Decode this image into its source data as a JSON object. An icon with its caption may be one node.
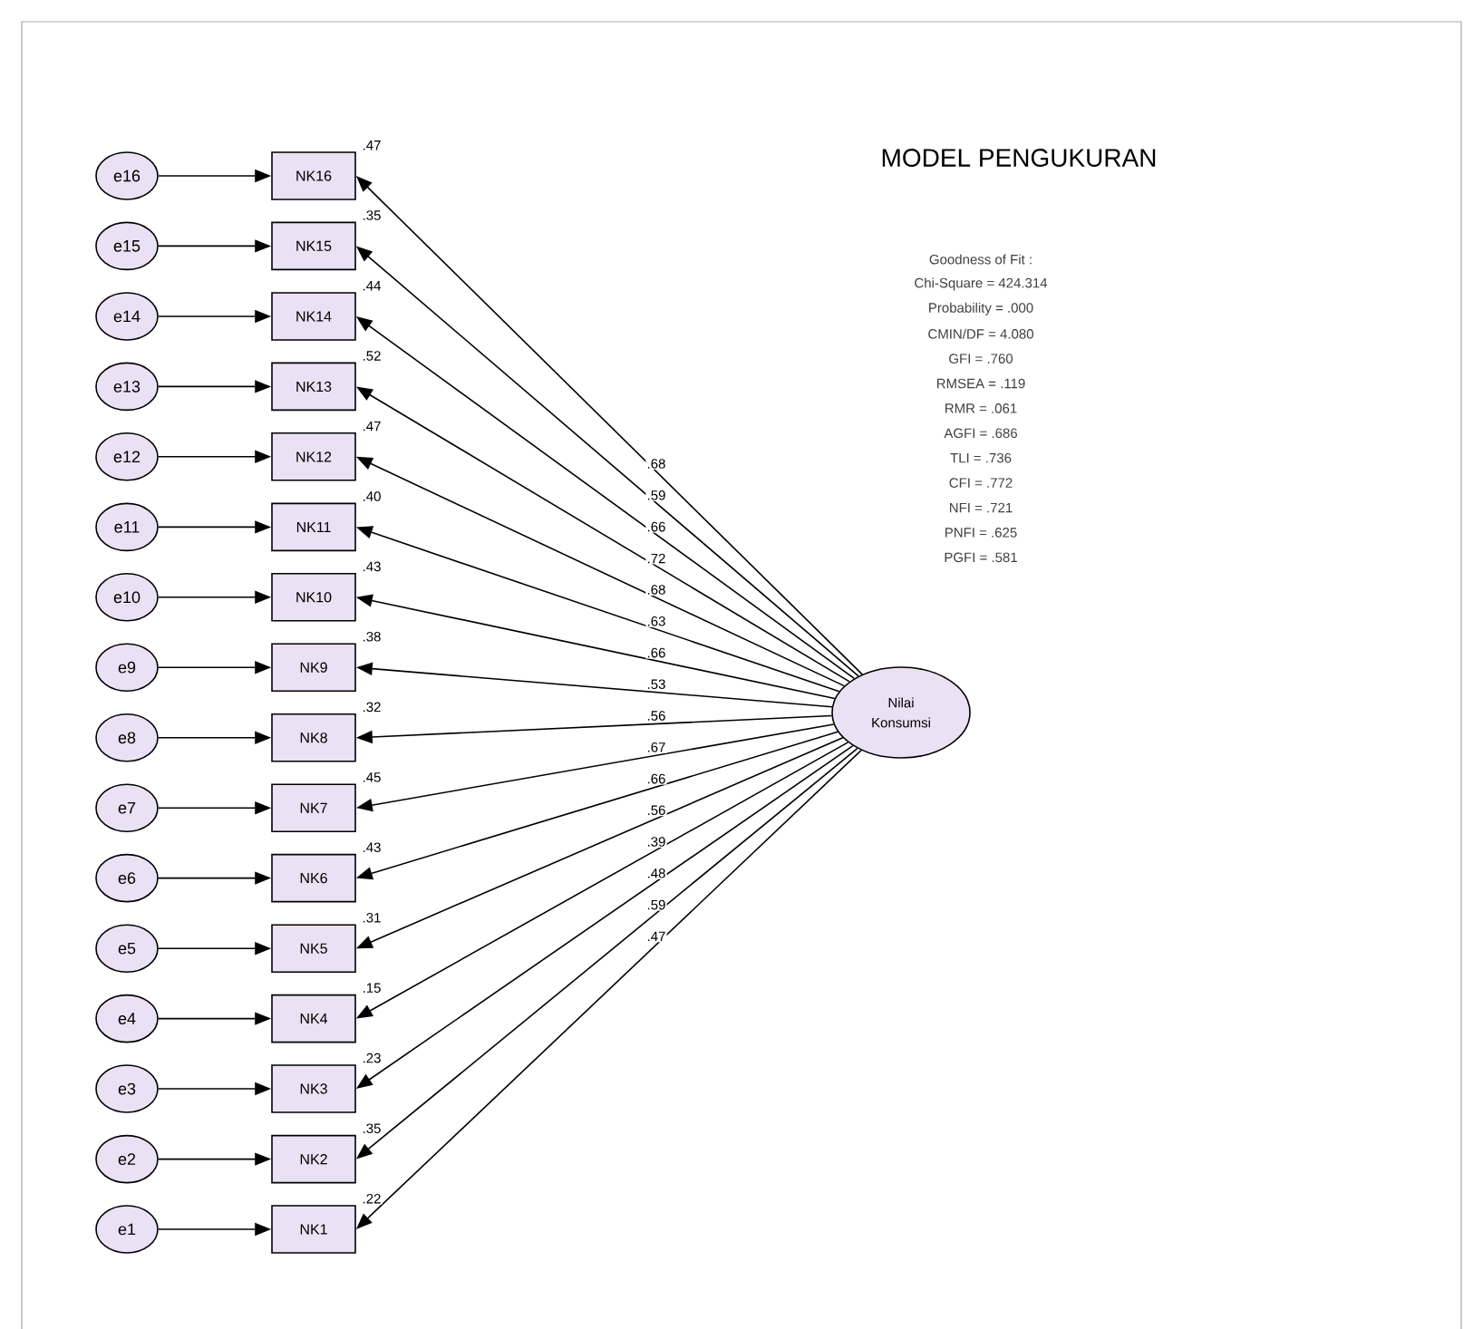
{
  "diagram": {
    "title": "MODEL PENGUKURAN",
    "nodes": [
      {
        "text": [
          "e16"
        ]
      },
      {
        "text": [
          "e15"
        ]
      },
      {
        "text": [
          "e14"
        ]
      },
      {
        "text": [
          "e13"
        ]
      },
      {
        "text": [
          "e12"
        ]
      },
      {
        "text": [
          "e11"
        ]
      },
      {
        "text": [
          "e10"
        ]
      },
      {
        "text": [
          "e9"
        ]
      },
      {
        "text": [
          "e8"
        ]
      },
      {
        "text": [
          "e7"
        ]
      },
      {
        "text": [
          "e6"
        ]
      },
      {
        "text": [
          "e5"
        ]
      },
      {
        "text": [
          "e4"
        ]
      },
      {
        "text": [
          "e3"
        ]
      },
      {
        "text": [
          "e2"
        ]
      },
      {
        "text": [
          "e1"
        ]
      },
      {
        "text": [
          "NK16"
        ],
        "beside": [
          ".47"
        ]
      },
      {
        "text": [
          "NK15"
        ],
        "beside": [
          ".35"
        ]
      },
      {
        "text": [
          "NK14"
        ],
        "beside": [
          ".44"
        ]
      },
      {
        "text": [
          "NK13"
        ],
        "beside": [
          ".52"
        ]
      },
      {
        "text": [
          "NK12"
        ],
        "beside": [
          ".47"
        ]
      },
      {
        "text": [
          "NK11"
        ],
        "beside": [
          ".40"
        ]
      },
      {
        "text": [
          "NK10"
        ],
        "beside": [
          ".43"
        ]
      },
      {
        "text": [
          "NK9"
        ],
        "beside": [
          ".38"
        ]
      },
      {
        "text": [
          "NK8"
        ],
        "beside": [
          ".32"
        ]
      },
      {
        "text": [
          "NK7"
        ],
        "beside": [
          ".45"
        ]
      },
      {
        "text": [
          "NK6"
        ],
        "beside": [
          ".43"
        ]
      },
      {
        "text": [
          "NK5"
        ],
        "beside": [
          ".31"
        ]
      },
      {
        "text": [
          "NK4"
        ],
        "beside": [
          ".15"
        ]
      },
      {
        "text": [
          "NK3"
        ],
        "beside": [
          ".23"
        ]
      },
      {
        "text": [
          "NK2"
        ],
        "beside": [
          ".35"
        ]
      },
      {
        "text": [
          "NK1"
        ],
        "beside": [
          ".22"
        ]
      },
      {
        "text": [
          "Nilai Konsumsi"
        ]
      }
    ],
    "edges": [
      {
        "from": 0,
        "to": 16,
        "arrow": "to"
      },
      {
        "from": 1,
        "to": 17,
        "arrow": "to"
      },
      {
        "from": 2,
        "to": 18,
        "arrow": "to"
      },
      {
        "from": 3,
        "to": 19,
        "arrow": "to"
      },
      {
        "from": 4,
        "to": 20,
        "arrow": "to"
      },
      {
        "from": 5,
        "to": 21,
        "arrow": "to"
      },
      {
        "from": 6,
        "to": 22,
        "arrow": "to"
      },
      {
        "from": 7,
        "to": 23,
        "arrow": "to"
      },
      {
        "from": 8,
        "to": 24,
        "arrow": "to"
      },
      {
        "from": 9,
        "to": 25,
        "arrow": "to"
      },
      {
        "from": 10,
        "to": 26,
        "arrow": "to"
      },
      {
        "from": 11,
        "to": 27,
        "arrow": "to"
      },
      {
        "from": 12,
        "to": 28,
        "arrow": "to"
      },
      {
        "from": 13,
        "to": 29,
        "arrow": "to"
      },
      {
        "from": 14,
        "to": 30,
        "arrow": "to"
      },
      {
        "from": 15,
        "to": 31,
        "arrow": "to"
      },
      {
        "from": 32,
        "to": 16,
        "arrow": "to",
        "label": ".68"
      },
      {
        "from": 32,
        "to": 17,
        "arrow": "to",
        "label": ".59"
      },
      {
        "from": 32,
        "to": 18,
        "arrow": "to",
        "label": ".66"
      },
      {
        "from": 32,
        "to": 19,
        "arrow": "to",
        "label": ".72"
      },
      {
        "from": 32,
        "to": 20,
        "arrow": "to",
        "label": ".68"
      },
      {
        "from": 32,
        "to": 21,
        "arrow": "to",
        "label": ".63"
      },
      {
        "from": 32,
        "to": 22,
        "arrow": "to",
        "label": ".66"
      },
      {
        "from": 32,
        "to": 23,
        "arrow": "to",
        "label": ".53"
      },
      {
        "from": 32,
        "to": 24,
        "arrow": "to",
        "label": ".56"
      },
      {
        "from": 32,
        "to": 25,
        "arrow": "to",
        "label": ".67"
      },
      {
        "from": 32,
        "to": 26,
        "arrow": "to",
        "label": ".66"
      },
      {
        "from": 32,
        "to": 27,
        "arrow": "to",
        "label": ".56"
      },
      {
        "from": 32,
        "to": 28,
        "arrow": "to",
        "label": ".39"
      },
      {
        "from": 32,
        "to": 29,
        "arrow": "to",
        "label": ".48"
      },
      {
        "from": 32,
        "to": 30,
        "arrow": "to",
        "label": ".59"
      },
      {
        "from": 32,
        "to": 31,
        "arrow": "to",
        "label": ".47"
      }
    ],
    "labels": [
      "Goodness of Fit :",
      "Chi-Square = 424.314",
      "Probability = .000",
      "CMIN/DF = 4.080",
      "GFI = .760",
      "RMSEA = .119",
      "RMR = .061",
      "AGFI = .686",
      "TLI = .736",
      "CFI = .772",
      "NFI = .721",
      "PNFI = .625",
      "PGFI = .581"
    ]
  }
}
